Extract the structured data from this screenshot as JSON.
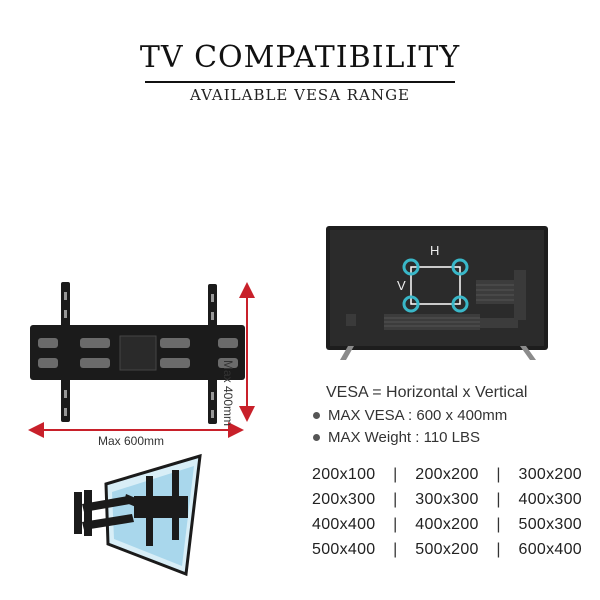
{
  "header": {
    "title": "TV COMPATIBILITY",
    "subtitle": "AVAILABLE VESA RANGE"
  },
  "diagram": {
    "width_label": "Max 600mm",
    "height_label": "Max 400mm",
    "h_label": "H",
    "v_label": "V",
    "arrow_color": "#c8202a",
    "hole_color": "#39b7c8"
  },
  "specs": {
    "formula": "VESA = Horizontal x Vertical",
    "max_vesa": "MAX VESA : 600 x 400mm",
    "max_weight": "MAX Weight : 110 LBS"
  },
  "sizes": [
    [
      "200x100",
      "200x200",
      "300x200"
    ],
    [
      "200x300",
      "300x300",
      "400x300"
    ],
    [
      "400x400",
      "400x200",
      "500x300"
    ],
    [
      "500x400",
      "500x200",
      "600x400"
    ]
  ],
  "separator": "|"
}
